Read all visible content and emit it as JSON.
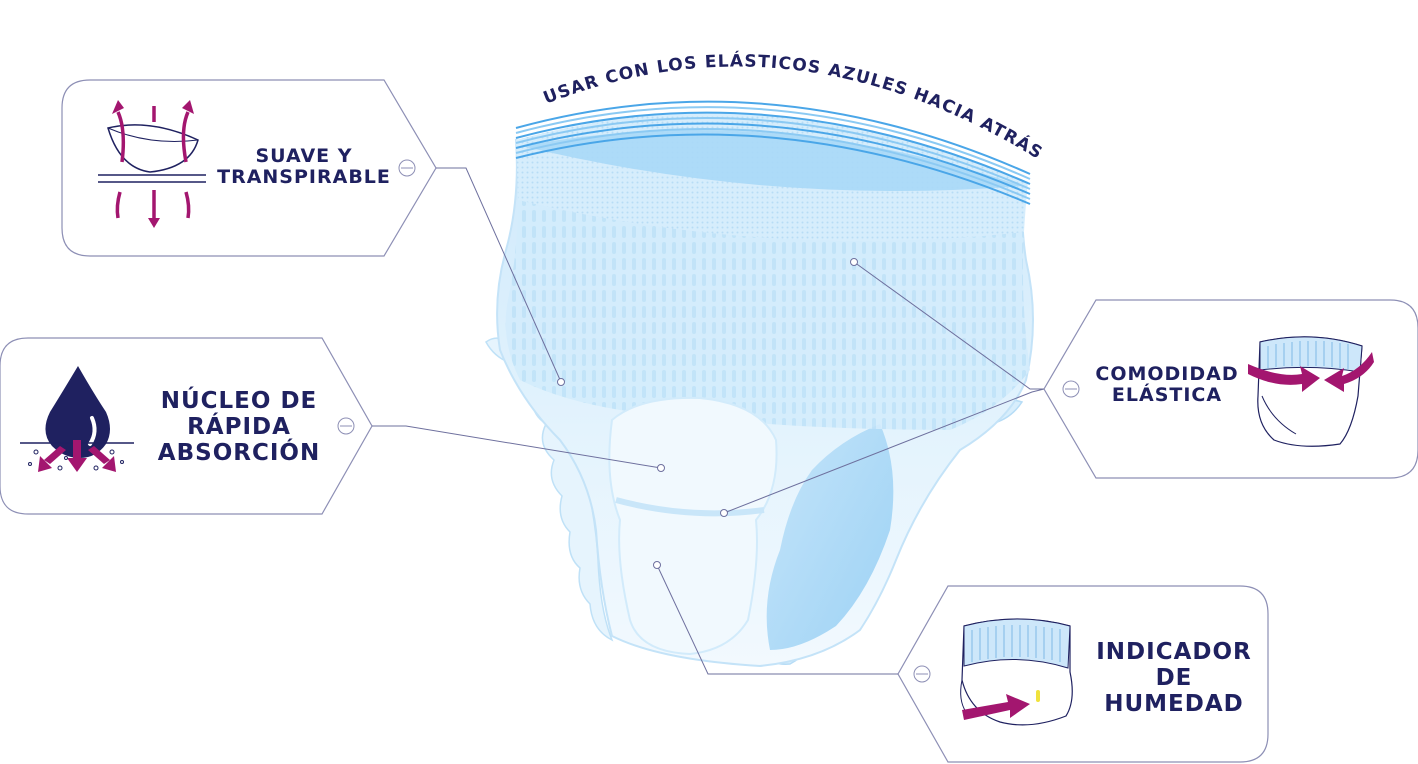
{
  "colors": {
    "navy": "#1f2160",
    "magenta": "#a3166f",
    "outline": "#8d8fb5",
    "light_blue": "#9fd2f5",
    "pale_blue": "#d9eefb"
  },
  "headline": "USAR CON LOS ELÁSTICOS AZULES HACIA ATRÁS",
  "labels": {
    "soft": {
      "line1": "SUAVE Y",
      "line2": "TRANSPIRABLE",
      "icon": "feather-breathable-icon"
    },
    "core": {
      "line1": "NÚCLEO DE",
      "line2": "RÁPIDA",
      "line3": "ABSORCIÓN",
      "icon": "water-drop-absorption-icon"
    },
    "elastic": {
      "line1": "COMODIDAD",
      "line2": "ELÁSTICA",
      "icon": "stretch-waistband-icon"
    },
    "wetness": {
      "line1": "INDICADOR",
      "line2": "DE",
      "line3": "HUMEDAD",
      "icon": "wetness-indicator-icon"
    }
  }
}
